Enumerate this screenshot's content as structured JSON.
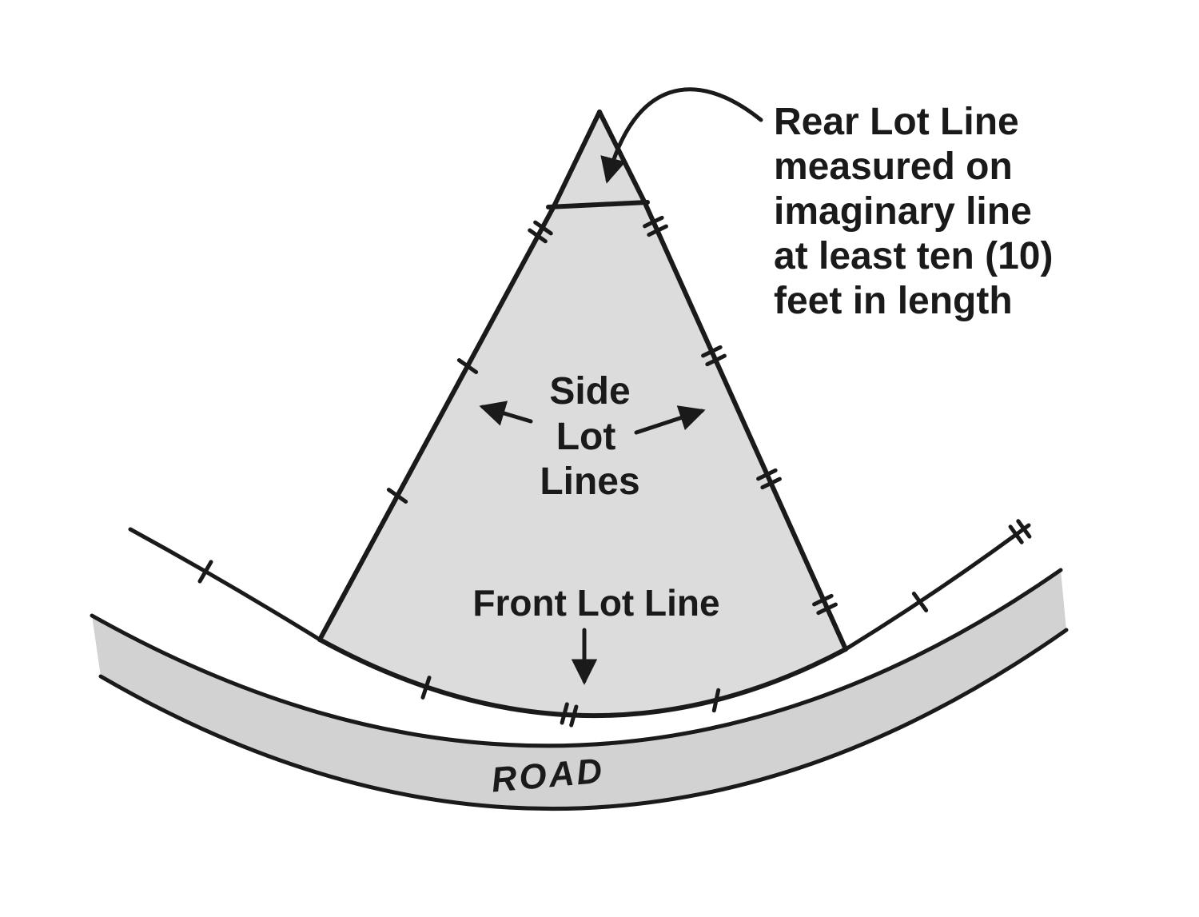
{
  "diagram": {
    "labels": {
      "rear_note": [
        "Rear Lot Line",
        "measured on",
        "imaginary line",
        "at least ten (10)",
        "feet in length"
      ],
      "side": [
        "Side",
        "Lot",
        "Lines"
      ],
      "front": "Front Lot Line",
      "road": "ROAD"
    },
    "colors": {
      "background": "#ffffff",
      "lot_fill": "#dcdcdc",
      "road_fill": "#d2d2d2",
      "line": "#1a1a1a"
    }
  }
}
